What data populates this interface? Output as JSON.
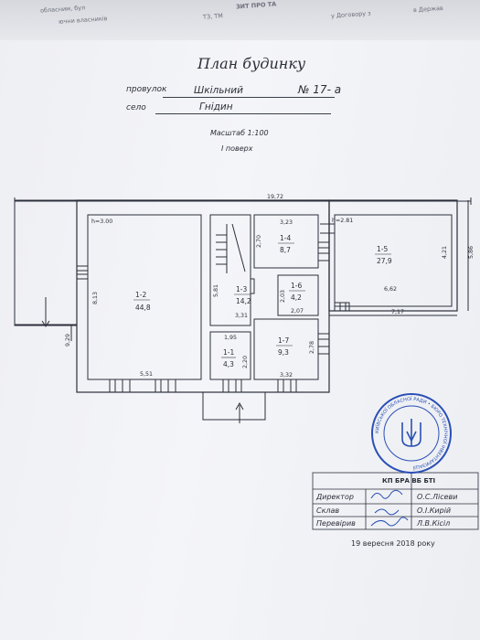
{
  "header": {
    "title": "План будинку",
    "street_label": "провулок",
    "street_value": "Шкільний",
    "number_value": "№ 17- а",
    "village_label": "село",
    "village_value": "Гнідин",
    "scale": "Масштаб 1:100",
    "floor": "I поверх"
  },
  "top_edge_text": {
    "line1": "обласним, бул",
    "line2": "ючни власників",
    "line3": "ТЗ, ТМ",
    "line4": "ЗИТ ПРО ТА",
    "line5": "у Договору з",
    "line6": "в Держав"
  },
  "plan": {
    "dims": {
      "total_width": "19,72",
      "room_1_4_width": "3,23",
      "room_1_4_depth": "2,70",
      "room_1_5_height_note": "h=2.81",
      "room_1_5_depth_a": "4,21",
      "room_1_5_depth_b": "5,86",
      "room_1_5_width": "6,62",
      "annex_width": "7,17",
      "room_1_2_height_note": "h=3.00",
      "room_1_2_depth": "8,13",
      "building_depth": "9,29",
      "room_1_2_width": "5,51",
      "room_1_3_depth": "5,81",
      "room_1_3_width": "3,31",
      "room_1_6_depth": "2,03",
      "room_1_6_width": "2,07",
      "room_1_7_depth": "2,78",
      "room_1_1_width": "1,95",
      "room_1_1_depth": "2,20",
      "room_1_7_width": "3,32"
    },
    "rooms": [
      {
        "id": "1-1",
        "area": "4,3"
      },
      {
        "id": "1-2",
        "area": "44,8"
      },
      {
        "id": "1-3",
        "area": "14,2"
      },
      {
        "id": "1-4",
        "area": "8,7"
      },
      {
        "id": "1-5",
        "area": "27,9"
      },
      {
        "id": "1-6",
        "area": "4,2"
      },
      {
        "id": "1-7",
        "area": "9,3"
      }
    ]
  },
  "stamp": {
    "top_text": "КП БРА ВБ БТІ",
    "ring_text": "КИЇВСЬКОЇ ОБЛАСНОЇ РАДИ • БЮРО ТЕХНІЧНОЇ ІНВЕНТАРИЗАЦІЇ",
    "color": "#2a4fb5"
  },
  "signatures": {
    "org": "КП БРА ВБ БТІ",
    "rows": [
      {
        "role": "Директор",
        "name": "О.С.Лісеви"
      },
      {
        "role": "Склав",
        "name": "О.І.Кирій"
      },
      {
        "role": "Перевірив",
        "name": "Л.В.Кісіл"
      }
    ],
    "date": "19 вересня 2018 року"
  }
}
